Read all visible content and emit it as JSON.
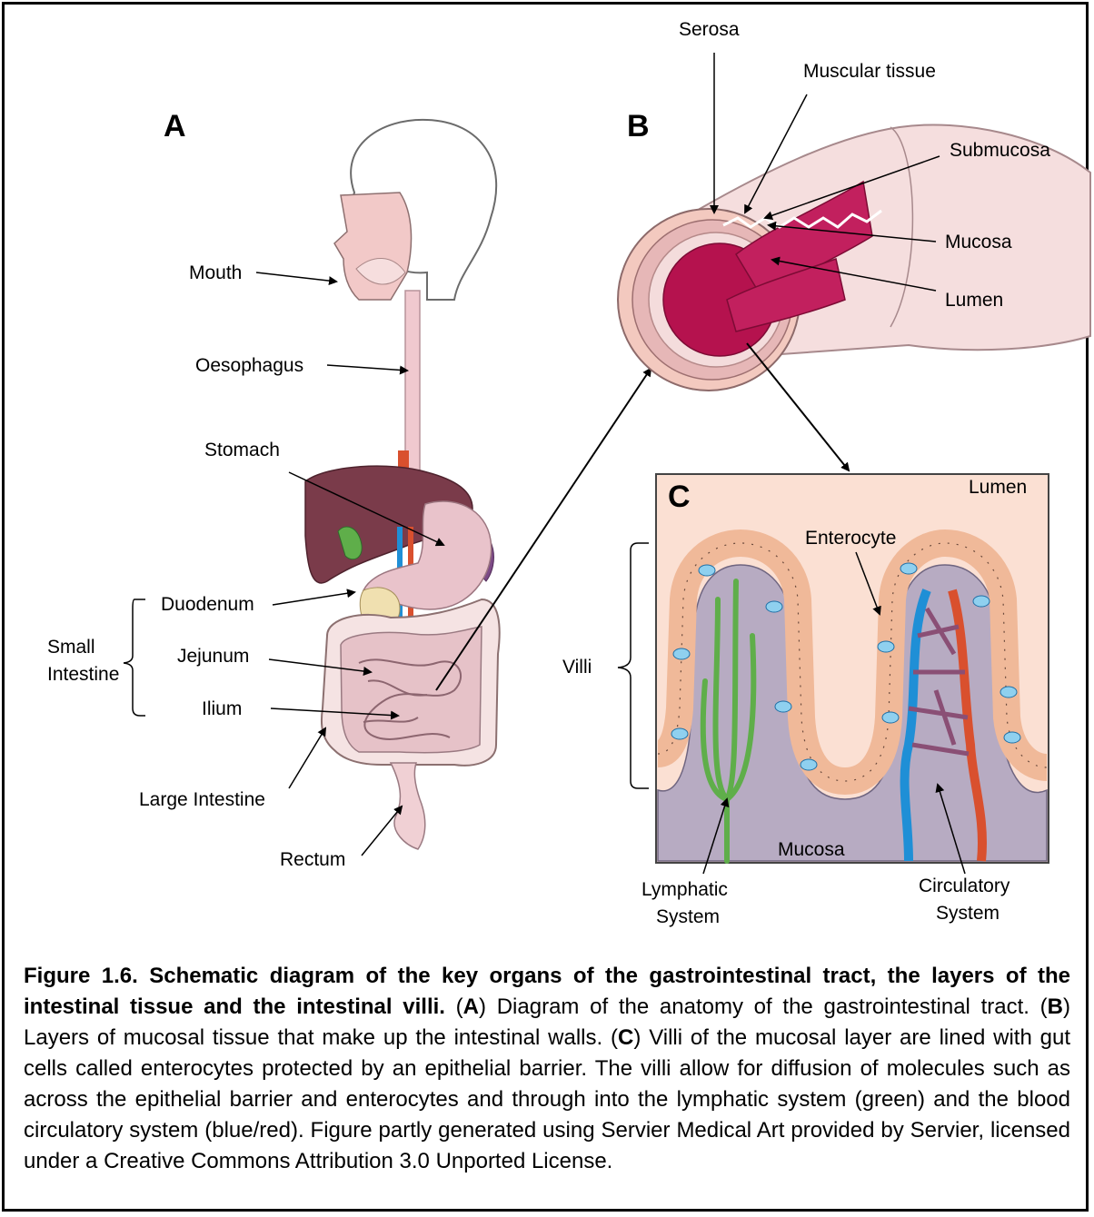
{
  "panels": {
    "a": "A",
    "b": "B",
    "c": "C"
  },
  "anatomy_labels": {
    "mouth": "Mouth",
    "oesophagus": "Oesophagus",
    "stomach": "Stomach",
    "duodenum": "Duodenum",
    "small_intestine_line1": "Small",
    "small_intestine_line2": "Intestine",
    "jejunum": "Jejunum",
    "ilium": "Ilium",
    "large_intestine": "Large Intestine",
    "rectum": "Rectum"
  },
  "layer_labels": {
    "serosa": "Serosa",
    "muscular": "Muscular tissue",
    "submucosa": "Submucosa",
    "mucosa": "Mucosa",
    "lumen": "Lumen"
  },
  "villi_labels": {
    "lumen": "Lumen",
    "enterocyte": "Enterocyte",
    "villi": "Villi",
    "mucosa": "Mucosa",
    "lymphatic_line1": "Lymphatic",
    "lymphatic_line2": "System",
    "circulatory_line1": "Circulatory",
    "circulatory_line2": "System"
  },
  "caption": {
    "title": "Figure 1.6. Schematic diagram of the key organs of the gastrointestinal tract, the layers of the intestinal tissue and the intestinal villi.",
    "a_open": " (",
    "a_letter": "A",
    "a_text": ") Diagram of the anatomy of the gastrointestinal tract. (",
    "b_letter": "B",
    "b_text": ") Layers of mucosal tissue that make up the intestinal walls. (",
    "c_letter": "C",
    "c_text": ") Villi of the mucosal layer are lined with gut cells called enterocytes protected by an epithelial barrier. The villi allow for diffusion of molecules such as across the epithelial barrier and enterocytes and through into the lymphatic system (green) and the blood circulatory system (blue/red). Figure partly generated using Servier Medical Art provided by Servier, licensed under a Creative Commons Attribution 3.0 Unported License."
  },
  "colors": {
    "skin": "#f2d6cf",
    "intestine": "#e8c4c8",
    "lumen_red": "#b5124e",
    "liver": "#7a3b4a",
    "lymphatic_green": "#5fae4a",
    "vein_blue": "#1f8fd6",
    "artery_red": "#d9502e",
    "enterocyte": "#f6cdb4",
    "mucosa_purple": "#b7abc2",
    "goblet_blue": "#8fd0ef"
  }
}
